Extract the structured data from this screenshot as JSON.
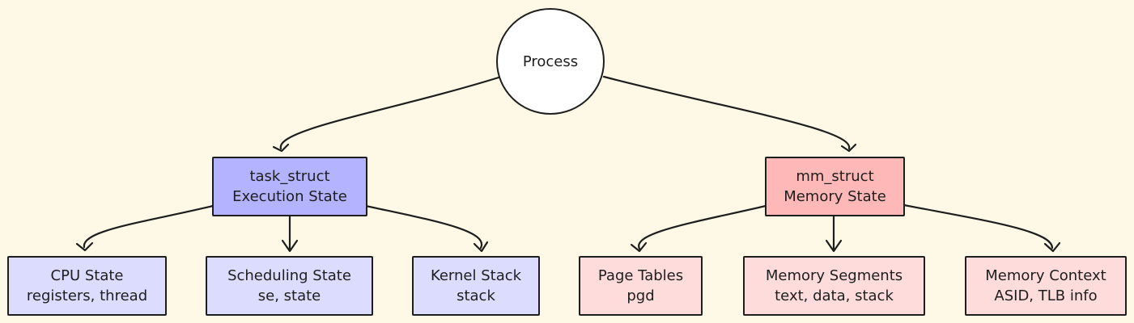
{
  "diagram": {
    "root": {
      "label": "Process"
    },
    "task_struct": {
      "line1": "task_struct",
      "line2": "Execution State",
      "fill": "#b3b3ff"
    },
    "mm_struct": {
      "line1": "mm_struct",
      "line2": "Memory State",
      "fill": "#ffb8b8"
    },
    "cpu_state": {
      "line1": "CPU State",
      "line2": "registers, thread",
      "fill": "#dcdcff"
    },
    "scheduling_state": {
      "line1": "Scheduling State",
      "line2": "se, state",
      "fill": "#dcdcff"
    },
    "kernel_stack": {
      "line1": "Kernel Stack",
      "line2": "stack",
      "fill": "#dcdcff"
    },
    "page_tables": {
      "line1": "Page Tables",
      "line2": "pgd",
      "fill": "#ffdcdc"
    },
    "memory_segments": {
      "line1": "Memory Segments",
      "line2": "text, data, stack",
      "fill": "#ffdcdc"
    },
    "memory_context": {
      "line1": "Memory Context",
      "line2": "ASID, TLB info",
      "fill": "#ffdcdc"
    }
  }
}
